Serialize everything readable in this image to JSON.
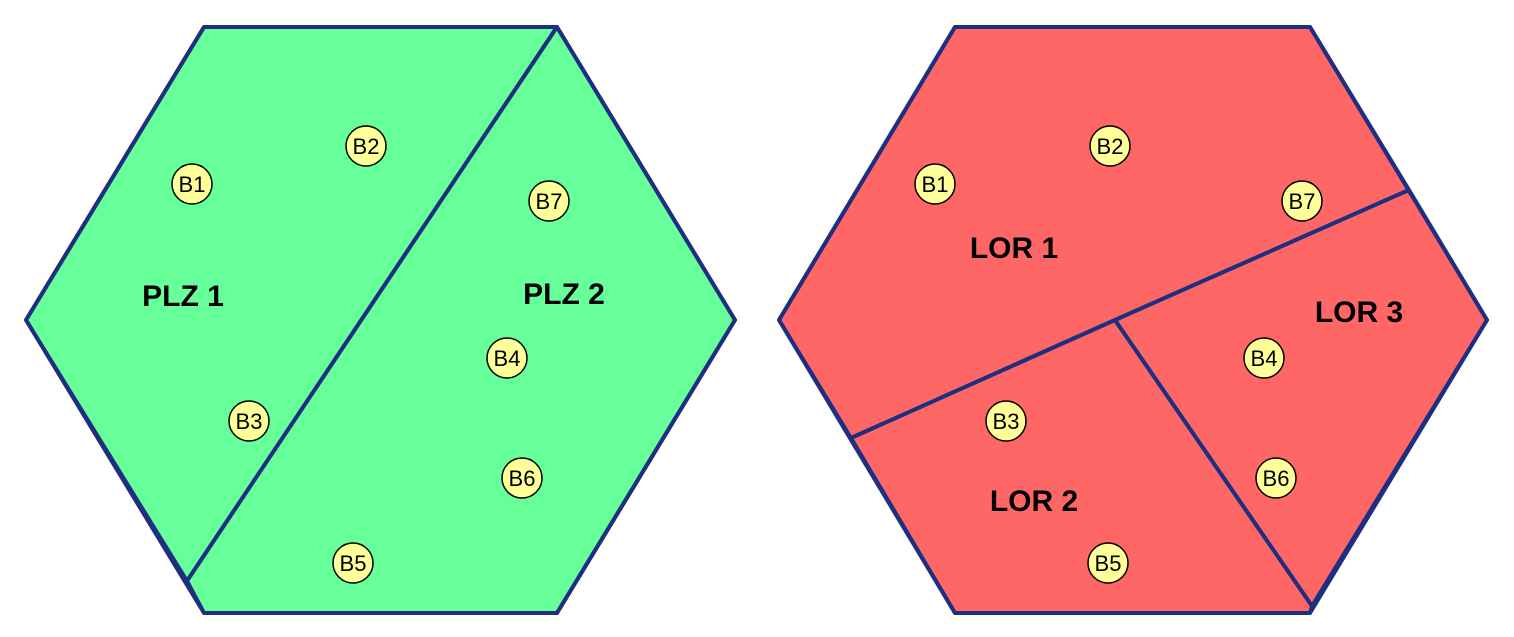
{
  "colors": {
    "plz_fill": "#66ff99",
    "lor_fill": "#ff6666",
    "outline": "#1f2f80",
    "marker_fill": "#ffff99",
    "marker_stroke": "#000000"
  },
  "plz": {
    "regions": [
      "PLZ 1",
      "PLZ 2"
    ],
    "markers": [
      "B1",
      "B2",
      "B3",
      "B4",
      "B5",
      "B6",
      "B7"
    ]
  },
  "lor": {
    "regions": [
      "LOR 1",
      "LOR 2",
      "LOR 3"
    ],
    "markers": [
      "B1",
      "B2",
      "B3",
      "B4",
      "B5",
      "B6",
      "B7"
    ]
  }
}
